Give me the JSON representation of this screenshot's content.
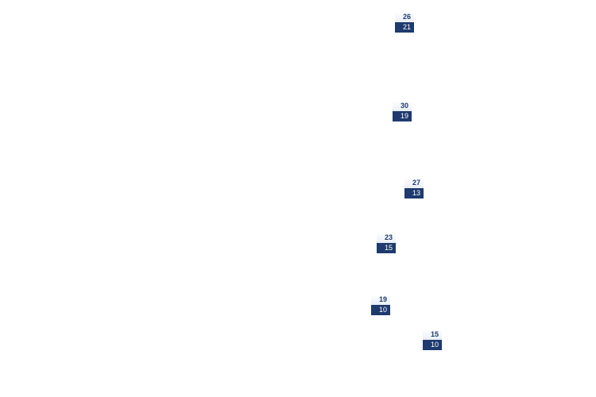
{
  "tags": [
    {
      "high": "26",
      "low": "21"
    },
    {
      "high": "30",
      "low": "19"
    },
    {
      "high": "27",
      "low": "13"
    },
    {
      "high": "23",
      "low": "15"
    },
    {
      "high": "19",
      "low": "10"
    },
    {
      "high": "15",
      "low": "10"
    }
  ],
  "colors": {
    "low_bg": "#1e3a6e",
    "high_fg": "#1e3a6e",
    "high_bg_top": "#ffffff",
    "high_bg_bottom": "#e8eef7"
  }
}
